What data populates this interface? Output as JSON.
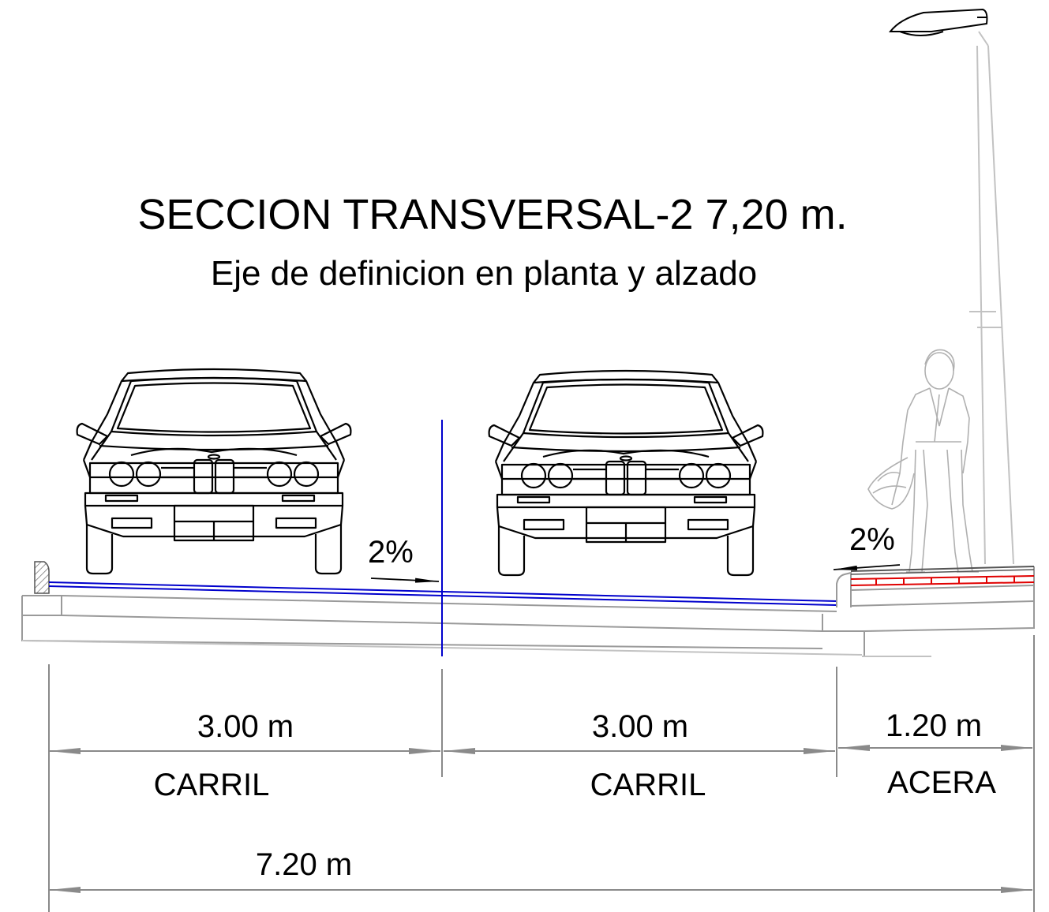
{
  "title": "SECCION TRANSVERSAL-2 7,20 m.",
  "subtitle": "Eje de definicion en planta y alzado",
  "slopes": {
    "left": "2%",
    "right": "2%"
  },
  "dimensions": {
    "lane1_width": "3.00 m",
    "lane2_width": "3.00 m",
    "sidewalk_width": "1.20 m",
    "total_width": "7.20 m"
  },
  "labels": {
    "lane1": "CARRIL",
    "lane2": "CARRIL",
    "sidewalk": "ACERA"
  },
  "colors": {
    "axis": "#0000cc",
    "paving_red": "#e00000",
    "ground_gray": "#9a9a9a",
    "line": "#000000"
  }
}
